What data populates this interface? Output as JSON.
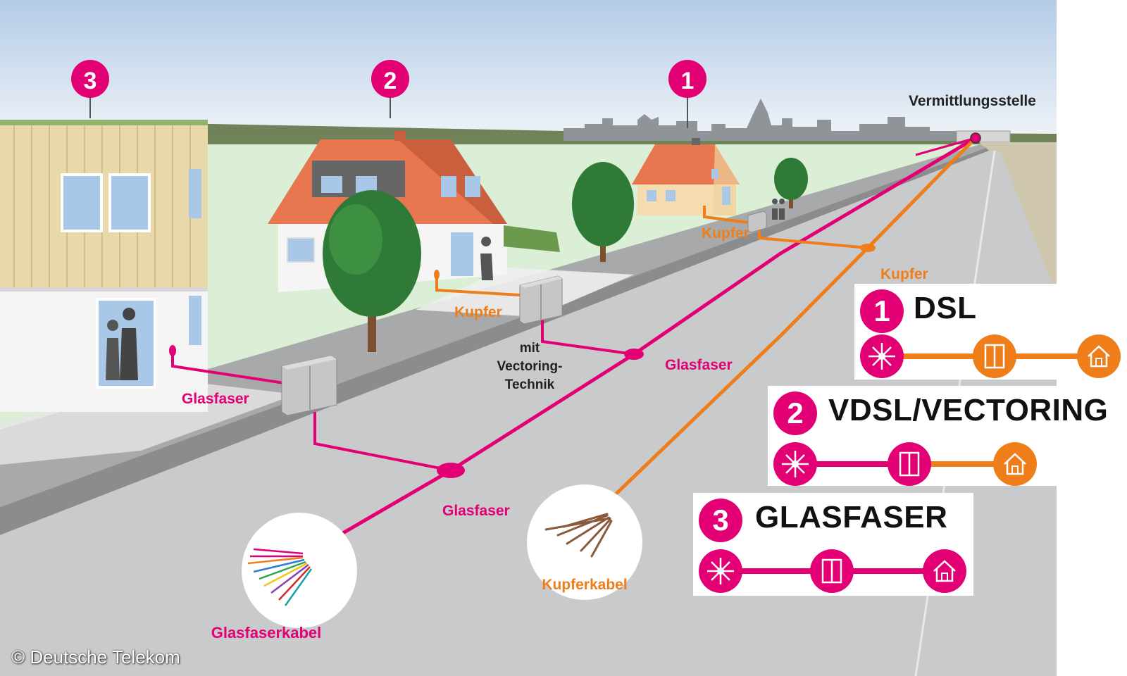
{
  "colors": {
    "magenta": "#e20074",
    "orange": "#ef7d1a",
    "sky_top": "#b7cde6",
    "grass": "#dfeed9",
    "road": "#c8c9cb",
    "sidewalk": "#a9aaac"
  },
  "markers": {
    "house_3": "3",
    "house_2": "2",
    "house_1": "1"
  },
  "scene_labels": {
    "exchange": "Vermittlungsstelle",
    "kupfer_1": "Kupfer",
    "kupfer_2": "Kupfer",
    "kupfer_3": "Kupfer",
    "glasfaser_house3": "Glasfaser",
    "glasfaser_mid": "Glasfaser",
    "glasfaser_road": "Glasfaser",
    "vectoring_1": "mit",
    "vectoring_2": "Vectoring-",
    "vectoring_3": "Technik",
    "fiber_cable": "Glasfaserkabel",
    "copper_cable": "Kupferkabel"
  },
  "legend": [
    {
      "number": "1",
      "title": "DSL",
      "segments": [
        "orange",
        "orange"
      ],
      "icons": [
        "network-node-icon",
        "cabinet-icon",
        "house-icon"
      ],
      "icon_colors": [
        "magenta",
        "orange",
        "orange"
      ]
    },
    {
      "number": "2",
      "title": "VDSL/VECTORING",
      "segments": [
        "magenta",
        "orange"
      ],
      "icons": [
        "network-node-icon",
        "cabinet-icon",
        "house-icon"
      ],
      "icon_colors": [
        "magenta",
        "magenta",
        "orange"
      ]
    },
    {
      "number": "3",
      "title": "GLASFASER",
      "segments": [
        "magenta",
        "magenta"
      ],
      "icons": [
        "network-node-icon",
        "cabinet-icon",
        "house-icon"
      ],
      "icon_colors": [
        "magenta",
        "magenta",
        "magenta"
      ]
    }
  ],
  "copyright": "© Deutsche Telekom"
}
